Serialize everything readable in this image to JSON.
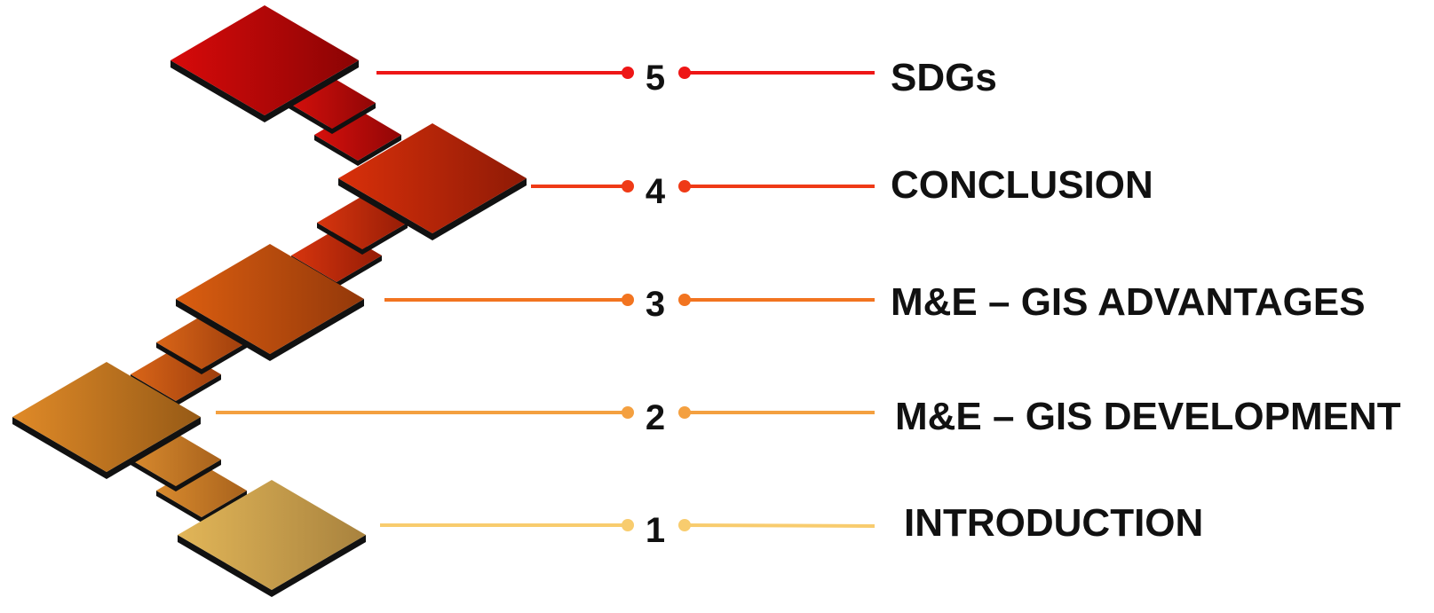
{
  "steps": [
    {
      "number": "1",
      "label": "INTRODUCTION",
      "colors": {
        "light": "#E2B658",
        "dark": "#A8823E",
        "line": "#F8CC6E"
      }
    },
    {
      "number": "2",
      "label": "M&E – GIS DEVELOPMENT",
      "colors": {
        "light": "#E08A28",
        "dark": "#965A16",
        "line": "#F4A040"
      }
    },
    {
      "number": "3",
      "label": "M&E – GIS ADVANTAGES",
      "colors": {
        "light": "#DB5E10",
        "dark": "#93380A",
        "line": "#F27420"
      }
    },
    {
      "number": "4",
      "label": "CONCLUSION",
      "colors": {
        "light": "#D9300A",
        "dark": "#8E1A06",
        "line": "#EF3A16"
      }
    },
    {
      "number": "5",
      "label": "SDGs",
      "colors": {
        "light": "#D80A0A",
        "dark": "#8A0404",
        "line": "#EE1616"
      }
    }
  ],
  "connectors": [
    {
      "colors": {
        "light": "#D88A2E",
        "dark": "#A8621C"
      }
    },
    {
      "colors": {
        "light": "#D88A2E",
        "dark": "#A8621C"
      }
    },
    {
      "colors": {
        "light": "#D96518",
        "dark": "#9E3E0C"
      }
    },
    {
      "colors": {
        "light": "#D96518",
        "dark": "#9E3E0C"
      }
    },
    {
      "colors": {
        "light": "#D7350E",
        "dark": "#951C06"
      }
    },
    {
      "colors": {
        "light": "#D7350E",
        "dark": "#951C06"
      }
    },
    {
      "colors": {
        "light": "#D6100C",
        "dark": "#900606"
      }
    },
    {
      "colors": {
        "light": "#D6100C",
        "dark": "#900606"
      }
    }
  ],
  "shadow_color": "#111111"
}
